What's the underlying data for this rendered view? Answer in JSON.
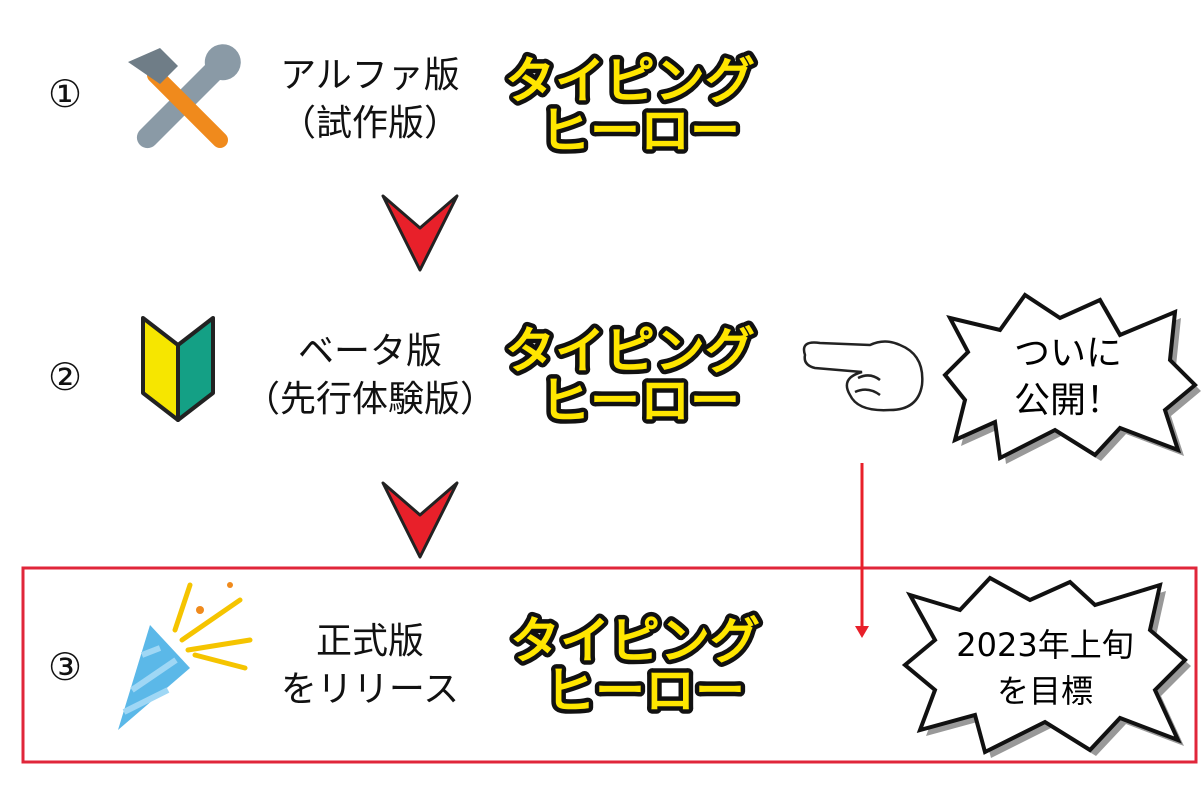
{
  "steps": [
    {
      "number": "①",
      "line1": "アルファ版",
      "line2": "（試作版）",
      "icon": "tools-icon"
    },
    {
      "number": "②",
      "line1": "ベータ版",
      "line2": "（先行体験版）",
      "icon": "beginner-mark-icon"
    },
    {
      "number": "③",
      "line1": "正式版",
      "line2": "をリリース",
      "icon": "party-popper-icon"
    }
  ],
  "logo": {
    "line1": "タイピング",
    "line2": "ヒーロー"
  },
  "callouts": {
    "released": {
      "line1": "ついに",
      "line2": "公開！"
    },
    "target": {
      "line1": "2023年上旬",
      "line2": "を目標"
    }
  },
  "colors": {
    "arrow": "#e8202a",
    "highlight_border": "#e0263a",
    "logo_fill": "#ffe600"
  }
}
